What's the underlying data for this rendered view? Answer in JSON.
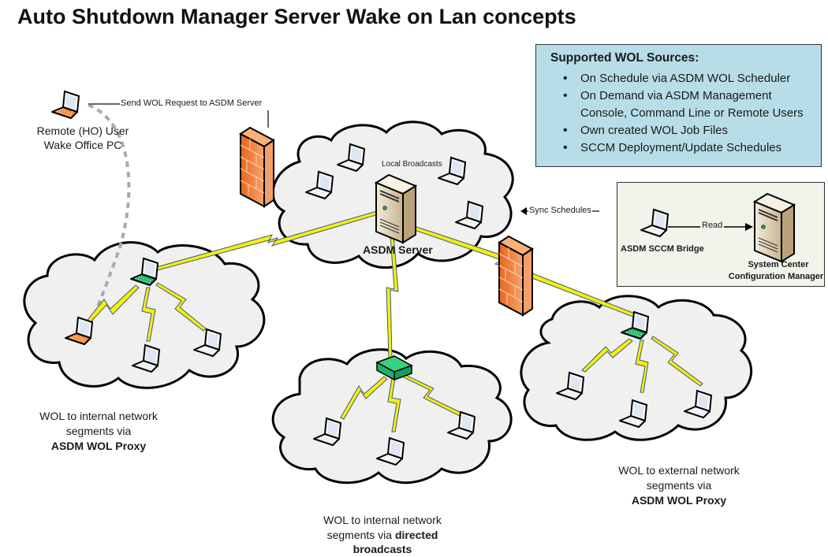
{
  "title": "Auto Shutdown Manager Server Wake on Lan concepts",
  "info_box": {
    "heading": "Supported WOL Sources:",
    "items": [
      "On Schedule via ASDM WOL Scheduler",
      "On Demand via ASDM Management",
      "Console,  Command Line or Remote Users",
      "Own created WOL Job Files",
      "SCCM Deployment/Update Schedules"
    ]
  },
  "remote_user": {
    "line1": "Remote (HO) User",
    "line2": "Wake Office PC",
    "request_label": "Send WOL Request to ASDM Server"
  },
  "server_cloud": {
    "local_broadcasts": "Local Broadcasts",
    "server_label": "ASDM Server"
  },
  "sync_label": "Sync Schedules",
  "sccm": {
    "bridge_label": "ASDM SCCM Bridge",
    "read_label": "Read",
    "server_line1": "System Center",
    "server_line2": "Configuration Manager"
  },
  "left_cloud_caption": {
    "line1": "WOL to internal network",
    "line2": "segments via",
    "line3": "ASDM WOL Proxy"
  },
  "middle_cloud_caption": {
    "line1": "WOL to internal network",
    "line2a": "segments via ",
    "line2b": "directed",
    "line3": "broadcasts"
  },
  "right_cloud_caption": {
    "line1": "WOL to external network",
    "line2": "segments via",
    "line3": "ASDM WOL Proxy"
  },
  "colors": {
    "cloud_fill": "#f0f0f0",
    "firewall": "#f07a2e",
    "proxy_green": "#1db36a",
    "remote_orange": "#f08a3c",
    "lightning": "#f7f000",
    "info_bg": "#b7dde8",
    "sccm_bg": "#f1f4ea"
  }
}
